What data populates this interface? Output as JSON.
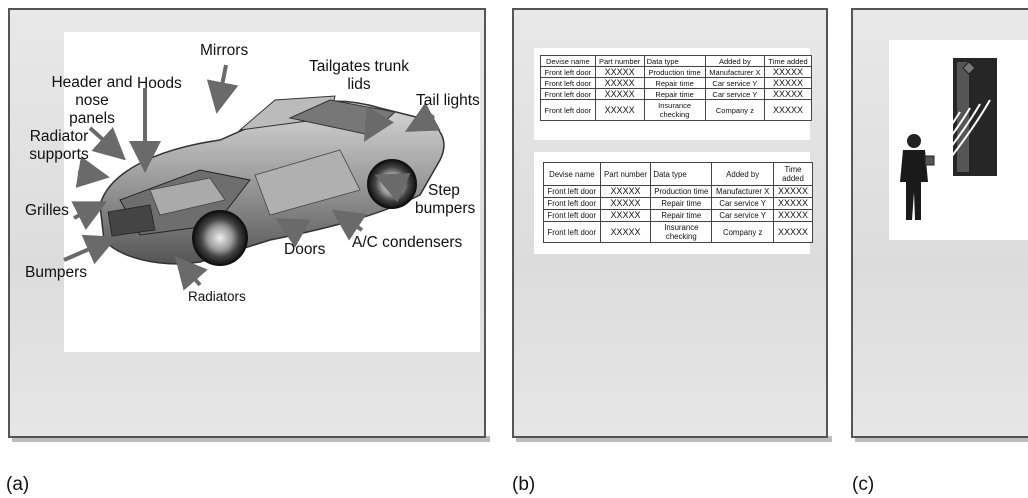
{
  "panels": {
    "a": {
      "caption": "(a)",
      "labels": {
        "mirrors": "Mirrors",
        "tailgates": "Tailgates trunk\nlids",
        "header": "Header and\nnose\npanels",
        "hoods": "Hoods",
        "tail_lights": "Tail lights",
        "radiator_supports": "Radiator\nsupports",
        "step_bumpers": "Step\nbumpers",
        "grilles": "Grilles",
        "ac_condensers": "A/C condensers",
        "doors": "Doors",
        "bumpers": "Bumpers",
        "radiators": "Radiators"
      }
    },
    "b": {
      "caption": "(b)",
      "table_headers": [
        "Devise name",
        "Part number",
        "Data type",
        "Added by",
        "Time added"
      ],
      "table_rows": [
        [
          "Front left door",
          "XXXXX",
          "Production time",
          "Manufacturer X",
          "XXXXX"
        ],
        [
          "Front left door",
          "XXXXX",
          "Repair time",
          "Car service Y",
          "XXXXX"
        ],
        [
          "Front left door",
          "XXXXX",
          "Repair time",
          "Car service Y",
          "XXXXX"
        ],
        [
          "Front left door",
          "XXXXX",
          "Insurance checking",
          "Company z",
          "XXXXX"
        ]
      ]
    },
    "c": {
      "caption": "(c)"
    }
  },
  "colors": {
    "panel_border": "#555555",
    "panel_fill": "#e0e0e0",
    "arrow": "#6a6a6a"
  }
}
